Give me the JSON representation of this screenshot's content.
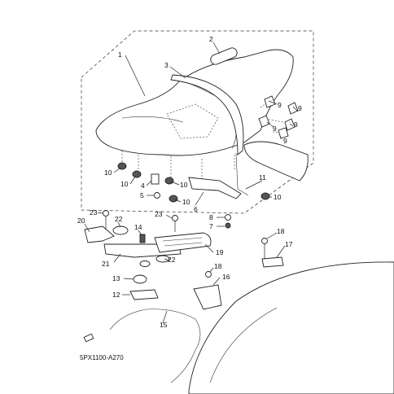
{
  "diagram_code": "5PX1100-A270",
  "callouts": {
    "c1": "1",
    "c2": "2",
    "c3": "3",
    "c4": "4",
    "c5": "5",
    "c6": "6",
    "c7": "7",
    "c8": "8",
    "c9a": "9",
    "c9b": "9",
    "c9c": "9",
    "c9d": "9",
    "c9e": "9",
    "c10a": "10",
    "c10b": "10",
    "c10c": "10",
    "c10d": "10",
    "c10e": "10",
    "c11": "11",
    "c12": "12",
    "c13": "13",
    "c14": "14",
    "c15": "15",
    "c16": "16",
    "c17": "17",
    "c18a": "18",
    "c18b": "18",
    "c19": "19",
    "c20": "20",
    "c21": "21",
    "c22a": "22",
    "c22b": "22",
    "c23a": "23",
    "c23b": "23"
  }
}
